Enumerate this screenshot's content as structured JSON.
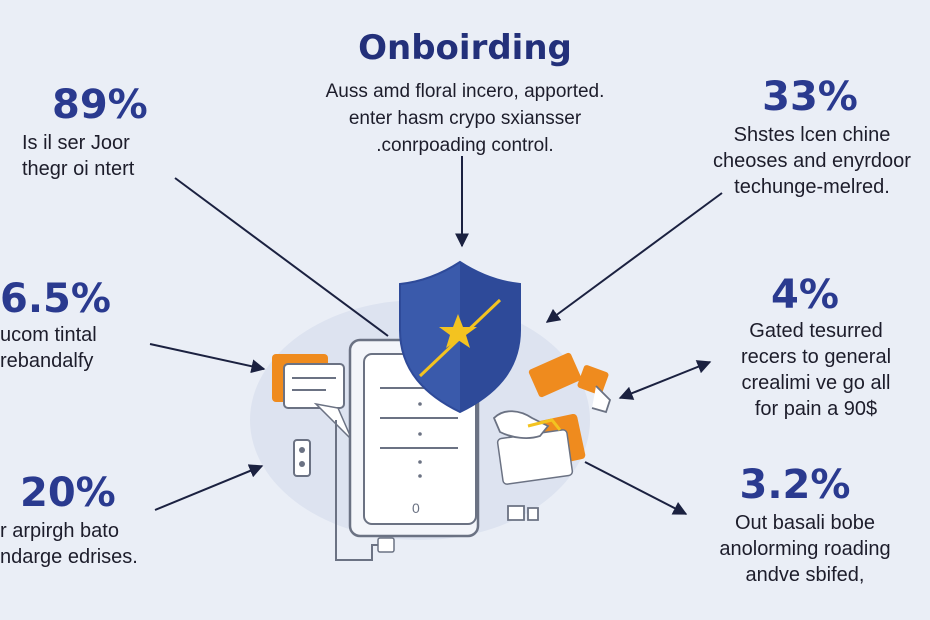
{
  "colors": {
    "accent": "#2a3a8f",
    "title": "#23307a",
    "shield": "#3a5aab",
    "shield_dark": "#2e4a99",
    "star": "#f3c320",
    "orange": "#ef8b1e",
    "arrow": "#1b2140",
    "paper": "#ffffff",
    "outline": "#6b7283"
  },
  "title": "Onboirding",
  "intro": [
    "Auss amd floral incero, apported.",
    "enter hasm crypo sxiansser",
    ".conrpoading control."
  ],
  "stats": {
    "top_left": {
      "value": "89%",
      "lines": [
        "Is il ser Joor",
        "thegr oi ntert"
      ]
    },
    "mid_left": {
      "value": "6.5%",
      "lines": [
        "ucom tintal",
        "rebandalfy"
      ]
    },
    "bottom_left": {
      "value": "20%",
      "lines": [
        "r arpirgh bato",
        "ndarge edrises."
      ]
    },
    "top_right": {
      "value": "33%",
      "lines": [
        "Shstes lcen chine",
        "cheoses and enyrdoor",
        "techunge-melred."
      ]
    },
    "mid_right": {
      "value": "4%",
      "lines": [
        "Gated tesurred",
        "recers to general",
        "crealimi ve go all",
        "for pain a 90$"
      ]
    },
    "bottom_right": {
      "value": "3.2%",
      "lines": [
        "Out basali bobe",
        "anolorming roading",
        "andve sbifed,"
      ]
    }
  },
  "device": {
    "bottom_label": "0"
  },
  "icons": [
    "shield-icon",
    "star-icon",
    "document-icon",
    "id-card-icon",
    "key-fob-icon",
    "cash-icon",
    "handshake-icon"
  ]
}
